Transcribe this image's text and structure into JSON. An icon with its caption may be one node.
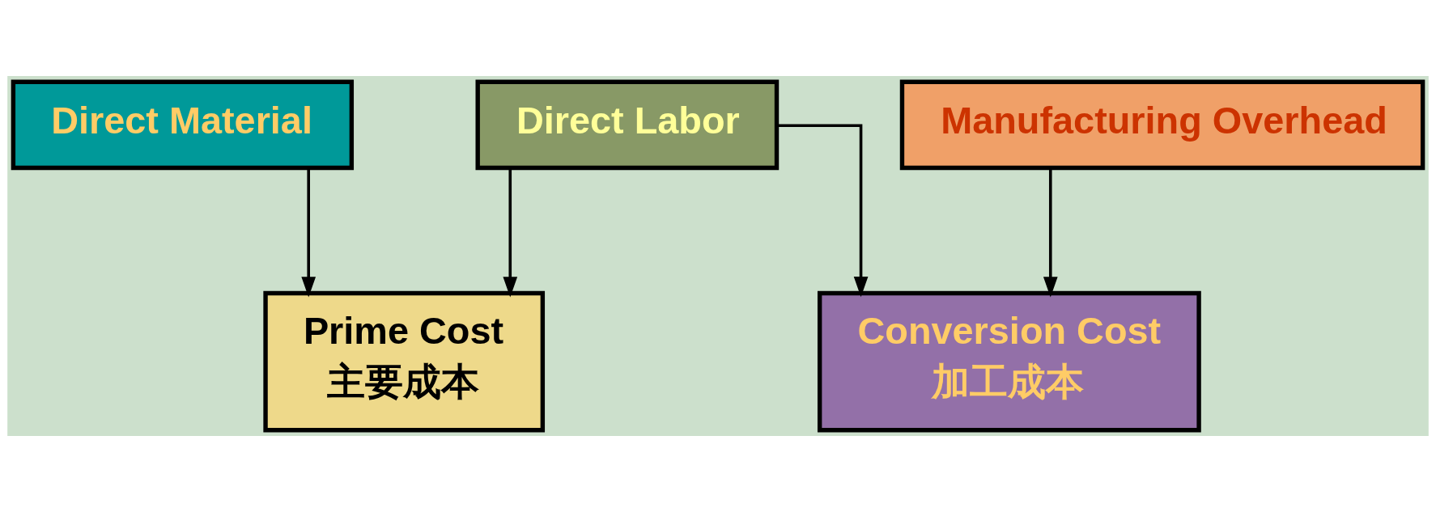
{
  "diagram": {
    "nodes": [
      {
        "text": [
          "Direct Material"
        ]
      },
      {
        "text": [
          "Direct Labor"
        ]
      },
      {
        "text": [
          "Manufacturing Overhead"
        ]
      },
      {
        "text": [
          "Prime Cost",
          "主要成本"
        ]
      },
      {
        "text": [
          "Conversion Cost",
          "加工成本"
        ]
      }
    ],
    "edges": [
      {
        "from": 0,
        "to": 3,
        "arrow": "to"
      },
      {
        "from": 1,
        "to": 3,
        "arrow": "to"
      },
      {
        "from": 1,
        "to": 4,
        "arrow": "to"
      },
      {
        "from": 2,
        "to": 4,
        "arrow": "to"
      }
    ]
  }
}
